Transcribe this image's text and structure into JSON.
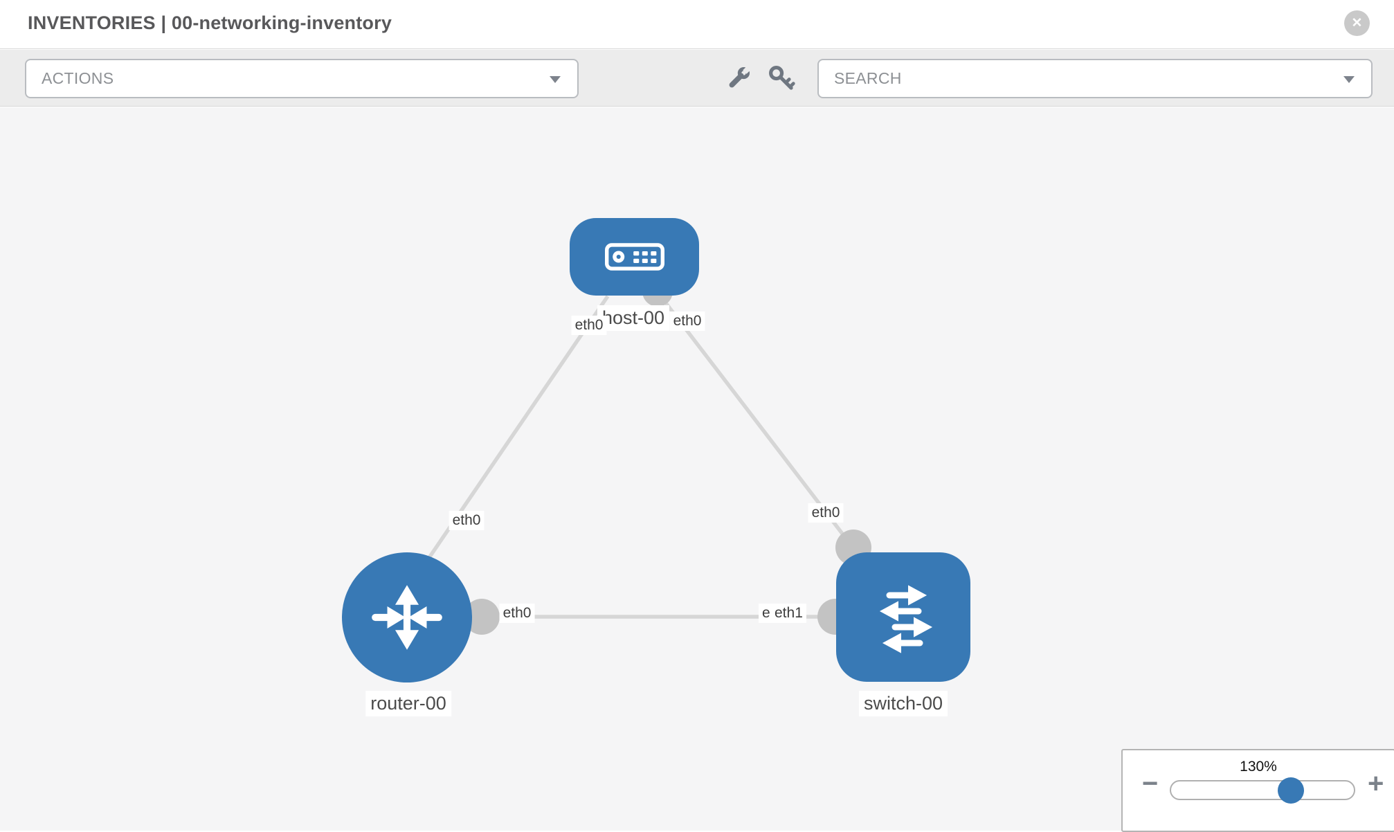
{
  "header": {
    "title": "INVENTORIES | 00-networking-inventory",
    "close_glyph": "✕",
    "close_icon": "circle-x"
  },
  "toolbar": {
    "actions_label": "ACTIONS",
    "search_label": "SEARCH",
    "wrench_icon": "wrench",
    "key_icon": "key"
  },
  "topology": {
    "nodes": [
      {
        "id": "host-00",
        "label": "host-00",
        "type": "host",
        "shape": "rounded-rect",
        "icon": "server-device"
      },
      {
        "id": "router-00",
        "label": "router-00",
        "type": "router",
        "shape": "circle",
        "icon": "route-arrows"
      },
      {
        "id": "switch-00",
        "label": "switch-00",
        "type": "switch",
        "shape": "rounded-square",
        "icon": "switch-arrows"
      }
    ],
    "links": [
      {
        "from": "host-00",
        "to": "router-00",
        "from_interface": "eth0",
        "to_interface": "eth0"
      },
      {
        "from": "host-00",
        "to": "switch-00",
        "from_interface": "eth0",
        "to_interface": "eth0"
      },
      {
        "from": "router-00",
        "to": "switch-00",
        "from_interface": "eth0",
        "to_interface": "eth1",
        "overlapped_interface": "eth0"
      }
    ]
  },
  "zoom_panel": {
    "level": "130%",
    "minus_glyph": "−",
    "plus_glyph": "+"
  },
  "colors": {
    "node_blue": "#3879b5",
    "link_gray": "#d6d6d6",
    "connector_gray": "#c3c3c3",
    "canvas_bg": "#f5f5f6",
    "toolbar_bg": "#ececec"
  }
}
